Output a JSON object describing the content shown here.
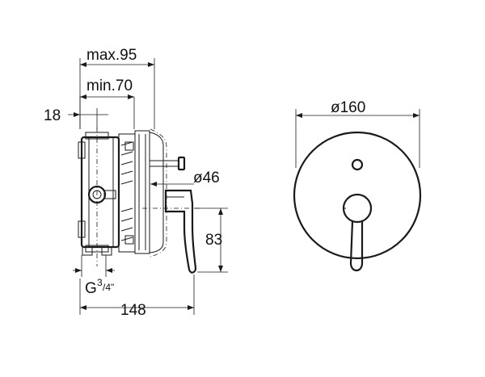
{
  "dimensions": {
    "max_depth": "max.95",
    "min_depth": "min.70",
    "offset": "18",
    "diameter_small": "ø46",
    "height": "83",
    "thread_main": "G",
    "thread_num": "3",
    "thread_den": "/4\"",
    "total_depth": "148",
    "diameter_plate": "ø160"
  }
}
